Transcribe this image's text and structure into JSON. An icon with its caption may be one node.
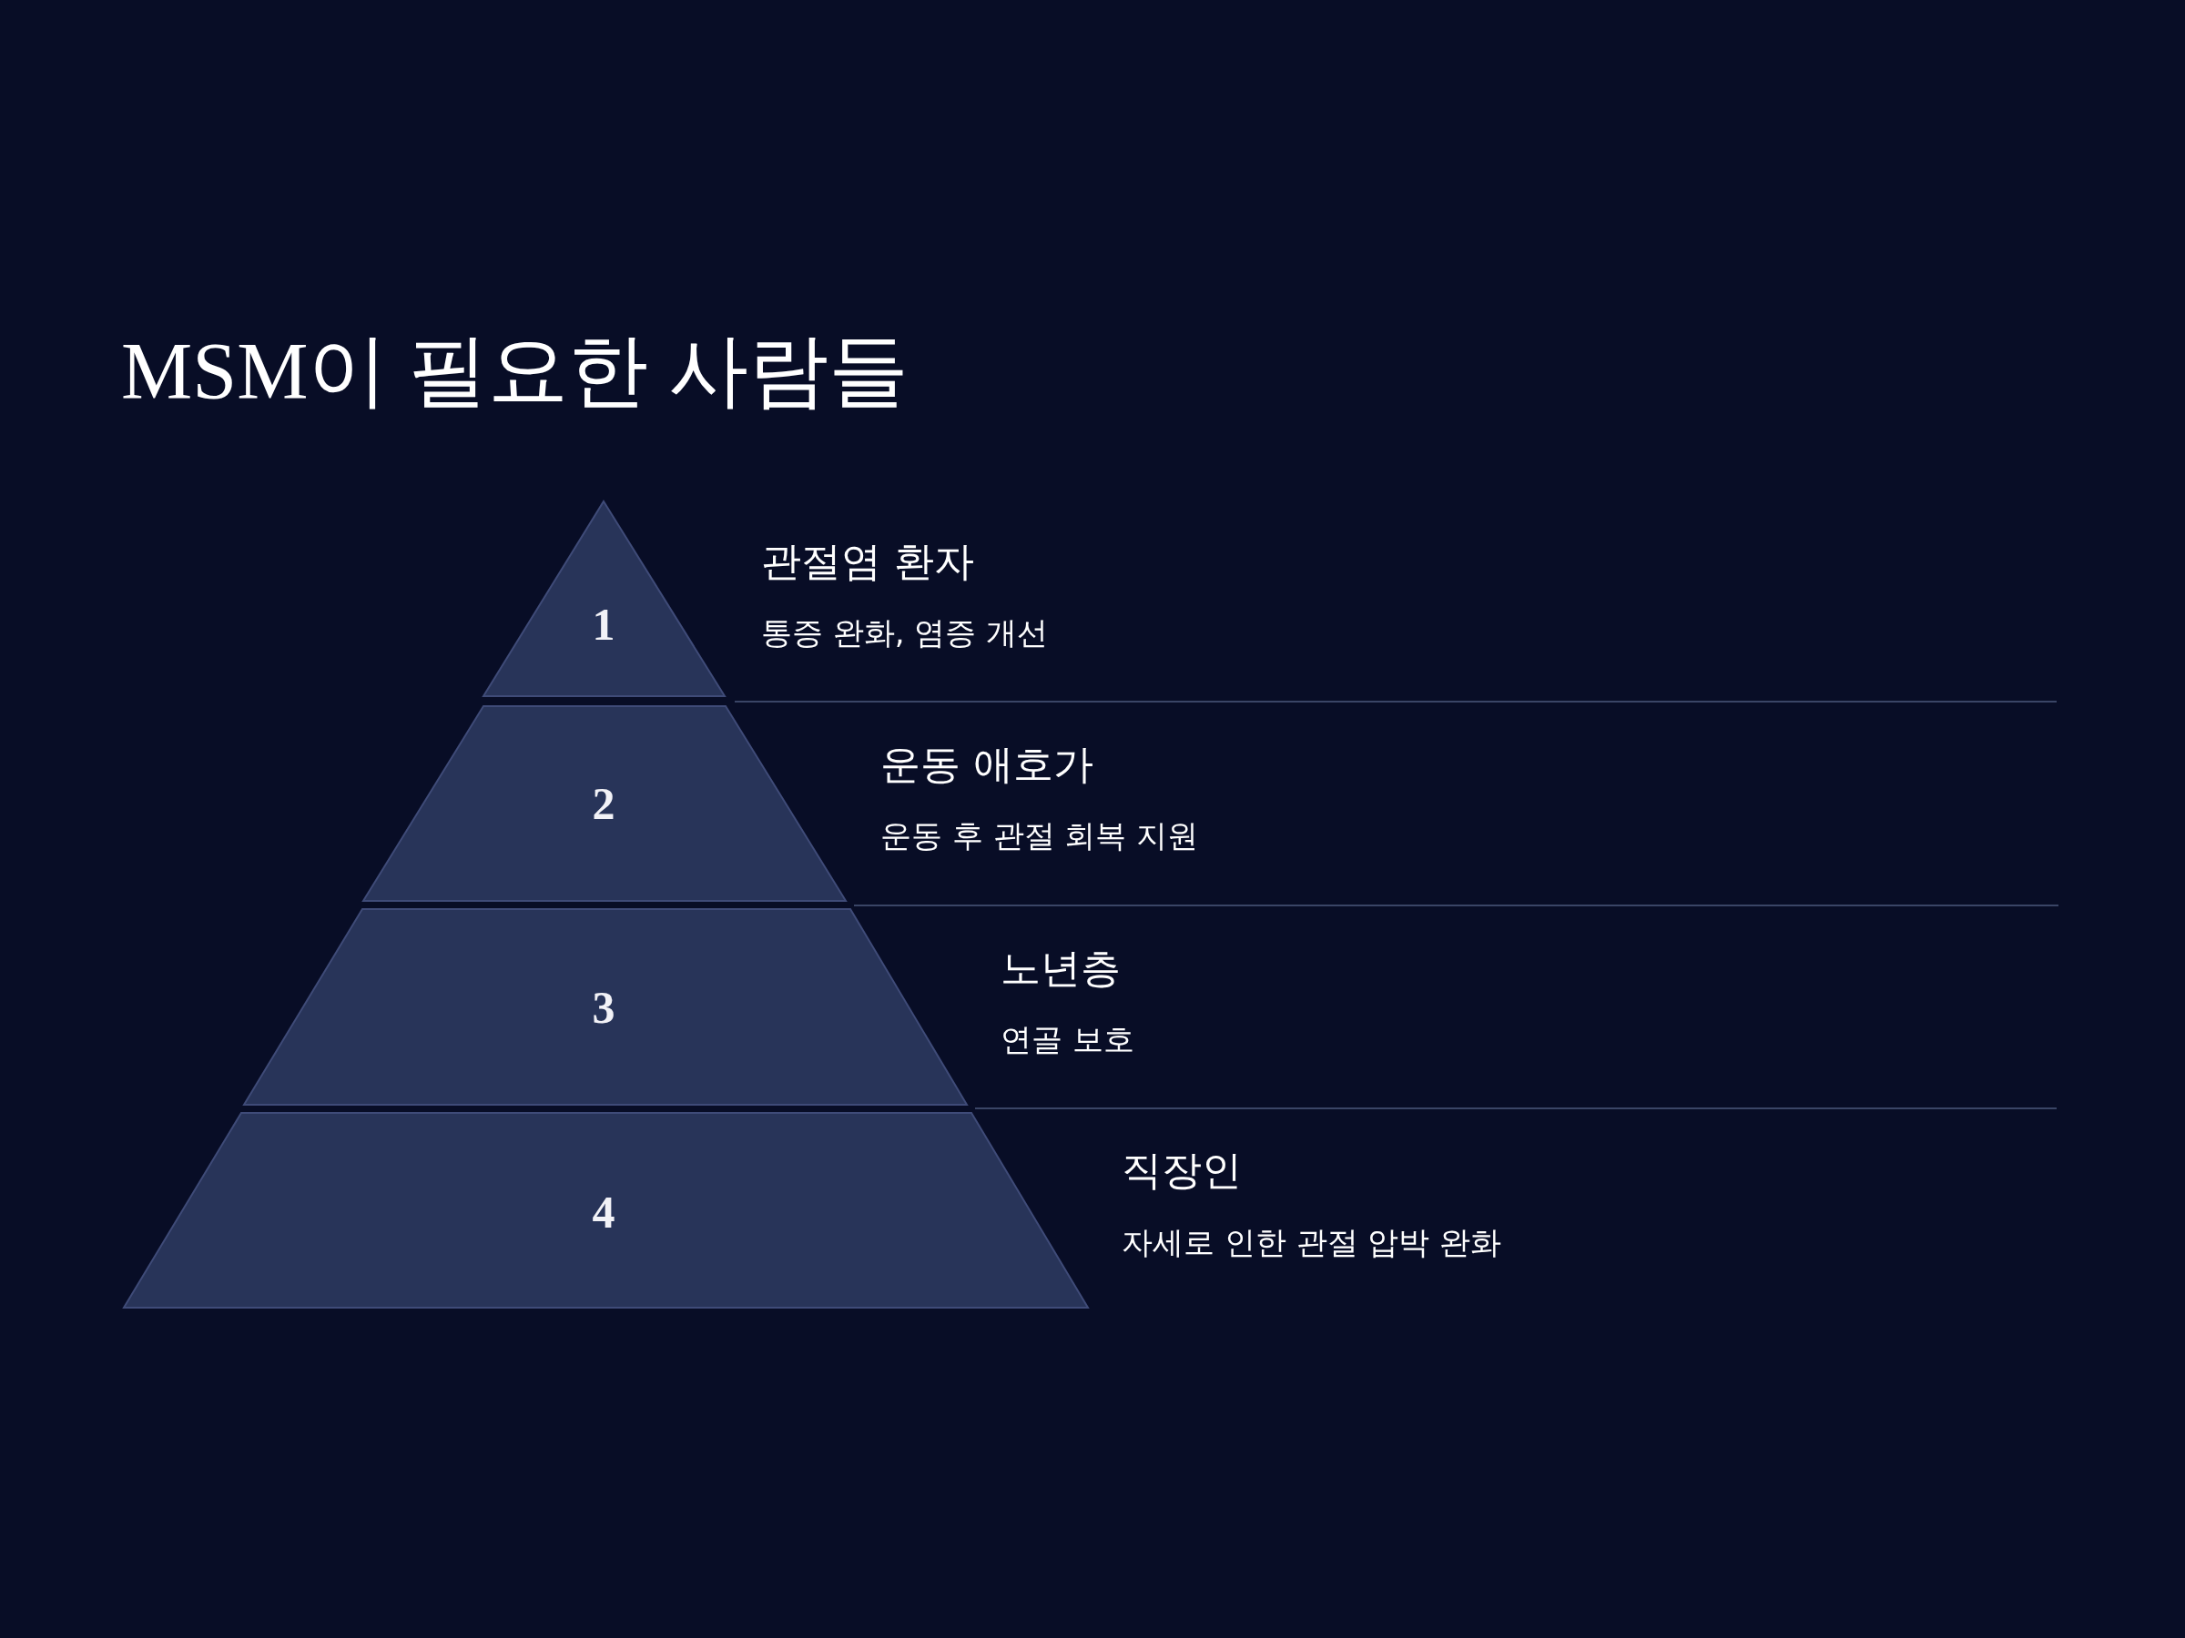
{
  "diagram": {
    "title": "MSM이 필요한 사람들",
    "nodes": [
      {
        "text": [
          "1"
        ],
        "beside": [
          "관절염 환자",
          "통증 완화, 염증 개선"
        ]
      },
      {
        "text": [
          "2"
        ],
        "beside": [
          "운동 애호가",
          "운동 후 관절 회복 지원"
        ]
      },
      {
        "text": [
          "3"
        ],
        "beside": [
          "노년층",
          "연골 보호"
        ]
      },
      {
        "text": [
          "4"
        ],
        "beside": [
          "직장인",
          "자세로 인한 관절 압박 완화"
        ]
      }
    ]
  }
}
